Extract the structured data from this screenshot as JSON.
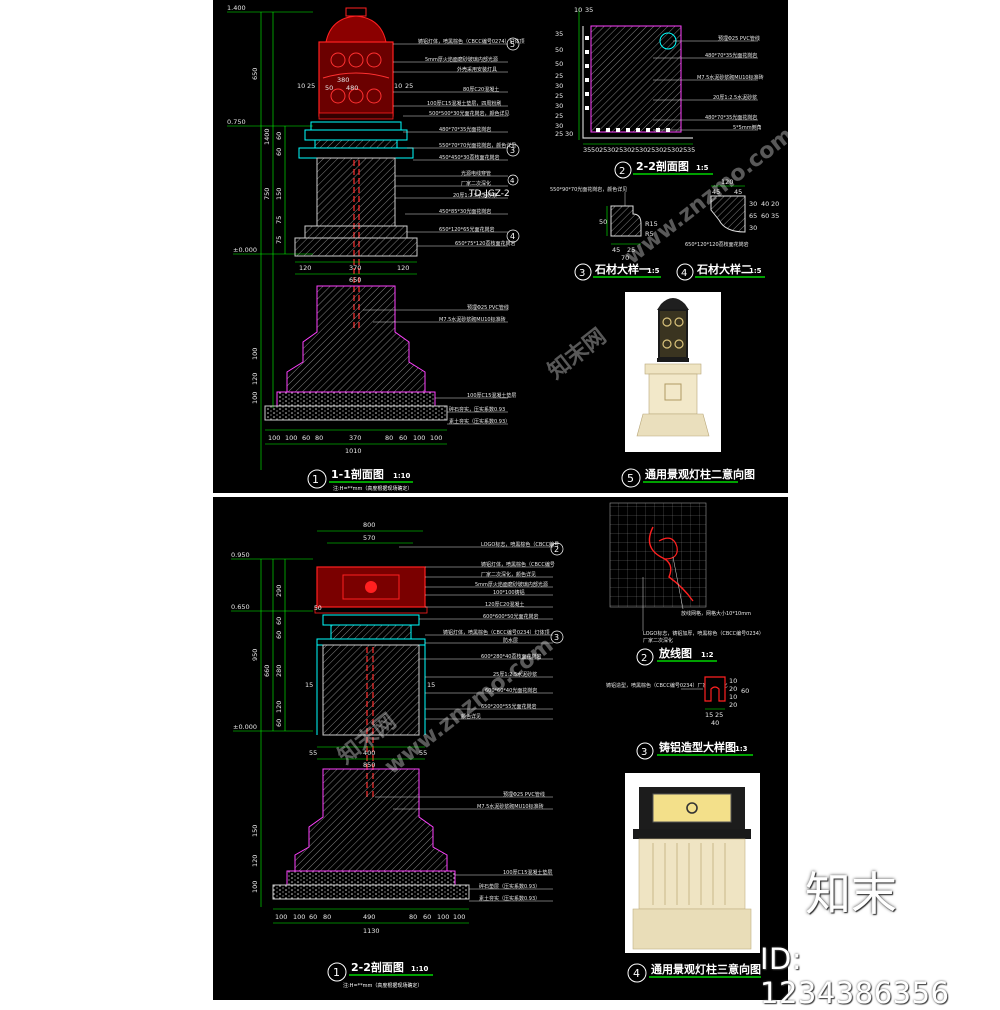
{
  "top": {
    "drawing1": {
      "title": "1-1剖面图",
      "num": "1",
      "scale": "1:10",
      "note": "注:H=**mm（高度根据现场确定）",
      "elev": [
        "1.400",
        "0.750",
        "±0.000"
      ],
      "vdims": [
        "650",
        "1400",
        "60",
        "60",
        "150",
        "75",
        "75",
        "750",
        "100",
        "120",
        "100"
      ],
      "hdims_top": [
        "380",
        "50",
        "480",
        "10",
        "25",
        "10",
        "25"
      ],
      "hdims_mid": [
        "120",
        "370",
        "120"
      ],
      "total_mid": "650",
      "hdims_bot": [
        "100",
        "100",
        "60",
        "80",
        "370",
        "80",
        "60",
        "100",
        "100"
      ],
      "total_bot": "1010",
      "tag": "TD-JGZ-2",
      "labels": [
        "铸铝灯体，喷黑棕色（CBCC编号0274）灯体顶",
        "5mm厚火焰面磨砂玻璃内部光源",
        "外壳采用安装灯具",
        "80厚C20混凝土",
        "100厚C15混凝土垫层，四周粉刷",
        "500*500*30光面花岗岩，颜色详见",
        "480*70*35光面花岗岩",
        "550*70*70光面花岗岩，颜色详见",
        "450*450*30荔枝面花岗岩",
        "光源电线穿管",
        "厂家二次深化",
        "20厚1:2.5水泥砂浆",
        "450*85*30光面花岗岩",
        "650*120*65光面花岗岩",
        "650*75*120荔枝面花岗岩",
        "预埋Φ25 PVC管线",
        "M7.5水泥砂浆砌MU10标准砖",
        "100厚C15混凝土垫层",
        "碎石夯实，压实系数0.93",
        "素土夯实（压实系数0.93）"
      ],
      "markers": [
        "5",
        "3",
        "4",
        "4"
      ]
    },
    "drawing2": {
      "title": "2-2剖面图",
      "num": "2",
      "scale": "1:5",
      "dims_top": [
        "10",
        "35"
      ],
      "dims_bot": [
        "35",
        "50",
        "25",
        "30",
        "25",
        "30",
        "25",
        "30",
        "25",
        "30",
        "25",
        "30",
        "25",
        "35"
      ],
      "vdims": [
        "35",
        "50",
        "50",
        "25",
        "30",
        "25",
        "30",
        "25",
        "30",
        "25",
        "30"
      ],
      "labels": [
        "预埋Φ25 PVC管线",
        "480*70*35光面花岗岩",
        "M7.5水泥砂浆砌MU10标准砖",
        "20厚1:2.5水泥砂浆",
        "480*70*35光面花岗岩",
        "5*5mm倒角"
      ]
    },
    "drawing3": {
      "title": "石材大样一",
      "num": "3",
      "scale": "1:5",
      "label": "550*90*70光面花岗岩，颜色详见",
      "dims": [
        "50",
        "45",
        "25",
        "70",
        "R15",
        "R5"
      ]
    },
    "drawing4": {
      "title": "石材大样二",
      "num": "4",
      "scale": "1:5",
      "label": "650*120*120荔枝面花岗岩",
      "dims": [
        "120",
        "45",
        "45",
        "30",
        "65",
        "30",
        "40",
        "60",
        "20",
        "35"
      ]
    },
    "drawing5": {
      "title": "通用景观灯柱二意向图",
      "num": "5"
    }
  },
  "bottom": {
    "drawing1": {
      "title": "2-2剖面图",
      "num": "1",
      "scale": "1:10",
      "note": "注:H=**mm（高度根据现场确定）",
      "elev": [
        "0.950",
        "0.650",
        "±0.000"
      ],
      "vdims": [
        "290",
        "950",
        "60",
        "60",
        "280",
        "660",
        "120",
        "60",
        "150",
        "120",
        "100"
      ],
      "hdims_top": [
        "800",
        "570"
      ],
      "hdims_mid": [
        "55",
        "400",
        "55"
      ],
      "total_mid": "850",
      "hdims_bot": [
        "100",
        "100",
        "60",
        "80",
        "490",
        "80",
        "60",
        "100",
        "100"
      ],
      "total_bot": "1130",
      "marker_mid": "50",
      "sides": [
        "15",
        "15"
      ],
      "labels": [
        "LOGO标志，喷黑棕色（CBCC编号",
        ")",
        "铸铝灯体，喷黑棕色（CBCC编号",
        "厂家二次深化，颜色详见",
        "5mm厚火焰面磨砂玻璃内部光源",
        "100*100铸铝",
        "120厚C20混凝土",
        "600*600*50光面花岗岩",
        "铸铝灯体，喷黑棕色（CBCC编号0234）灯体顶",
        "防水层",
        "600*280*40荔枝面花岗岩",
        "25厚1:2.5水泥砂浆",
        "600*60*40光面花岗岩",
        "650*200*55光面花岗岩",
        "颜色详见",
        "预埋Φ25 PVC管线",
        "M7.5水泥砂浆砌MU10标准砖",
        "100厚C15混凝土垫层",
        "碎石垫层（压实系数0.93）",
        "素土夯实（压实系数0.93）"
      ],
      "markers": [
        "2",
        "3"
      ]
    },
    "drawing2": {
      "title": "放线图",
      "num": "2",
      "scale": "1:2",
      "labels": [
        "放线网格，网格大小10*10mm",
        "LOGO标志，铸铝加厚，喷黑棕色（CBCC编号0234）",
        "厂家二次深化"
      ]
    },
    "drawing3": {
      "title": "铸铝造型大样图",
      "num": "3",
      "scale": "1:3",
      "label": "铸铝造型，喷黑棕色（CBCC编号0234）厂家二次深化",
      "dims": [
        "15",
        "25",
        "60",
        "10",
        "20",
        "10",
        "20",
        "40"
      ]
    },
    "drawing4": {
      "title": "通用景观灯柱三意向图",
      "num": "4"
    }
  },
  "watermarks": [
    "www.znzmo.com",
    "知末网",
    "www.znzmo.com",
    "知末网",
    "www.znzmo.com",
    "知末网",
    "www.znzmo.com",
    "知末网"
  ],
  "brand": "知末",
  "id_text": "ID: 1234386356",
  "colors": {
    "bg": "#000000",
    "line": "#ffffff",
    "dim": "#00ff00",
    "accent": "#ff0000",
    "magenta": "#ff00ff",
    "cyan": "#00ffff",
    "stone": "#e8dcb5"
  }
}
